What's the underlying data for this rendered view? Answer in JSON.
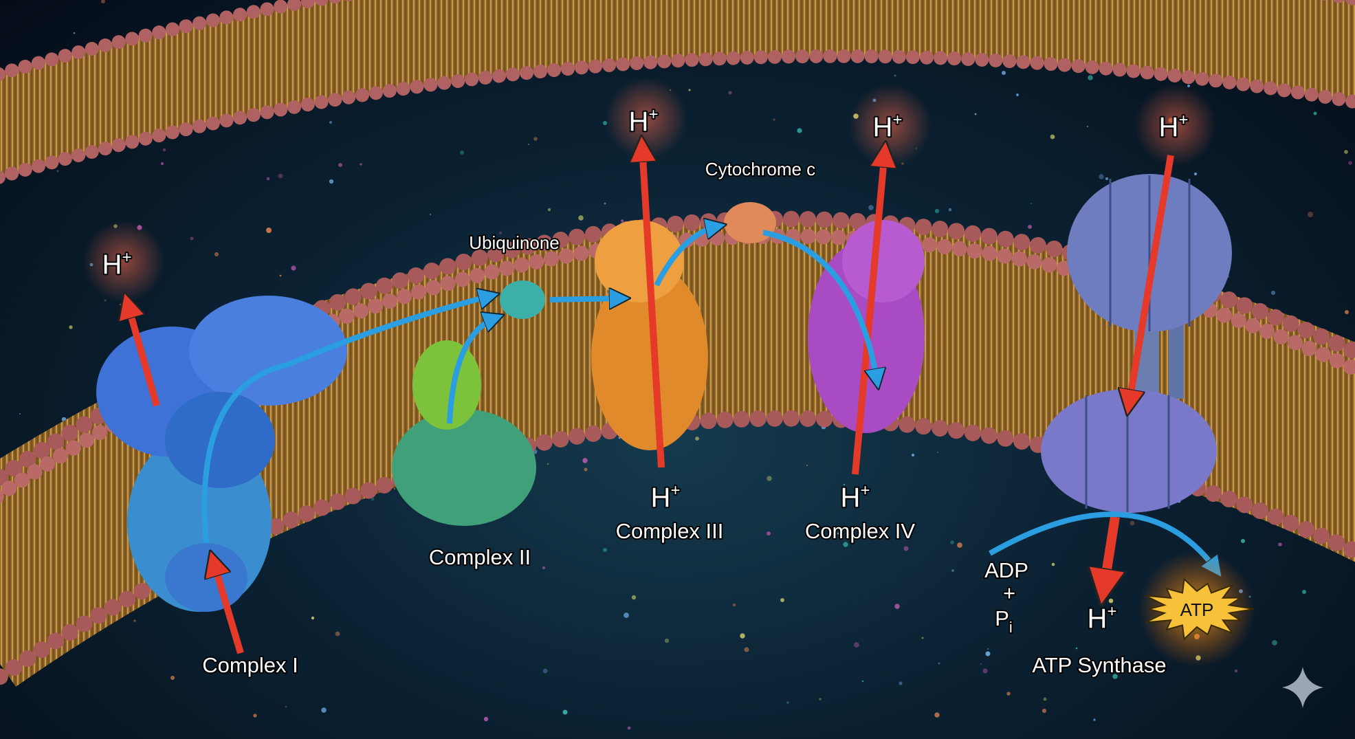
{
  "title": "Electron transport chain and ATP synthase in the inner mitochondrial membrane",
  "labels": {
    "complex1": "Complex I",
    "complex2": "Complex II",
    "complex3": "Complex III",
    "complex4": "Complex IV",
    "ubiquinone": "Ubiquinone",
    "cytochrome_c": "Cytochrome c",
    "atp_synthase": "ATP Synthase",
    "adp": "ADP",
    "plus": "+",
    "pi": "P",
    "pi_sub": "i",
    "atp": "ATP",
    "proton": "H",
    "proton_charge": "+"
  },
  "colors": {
    "complex1": "#3f7fd8",
    "complex2": "#3fae7a",
    "complex3": "#e8902f",
    "complex4": "#b04cc8",
    "atp_synthase": "#7a86c8",
    "proton_arrow": "#e53a2a",
    "electron_arrow": "#2a9ee0",
    "atp_star": "#f7c23a"
  }
}
